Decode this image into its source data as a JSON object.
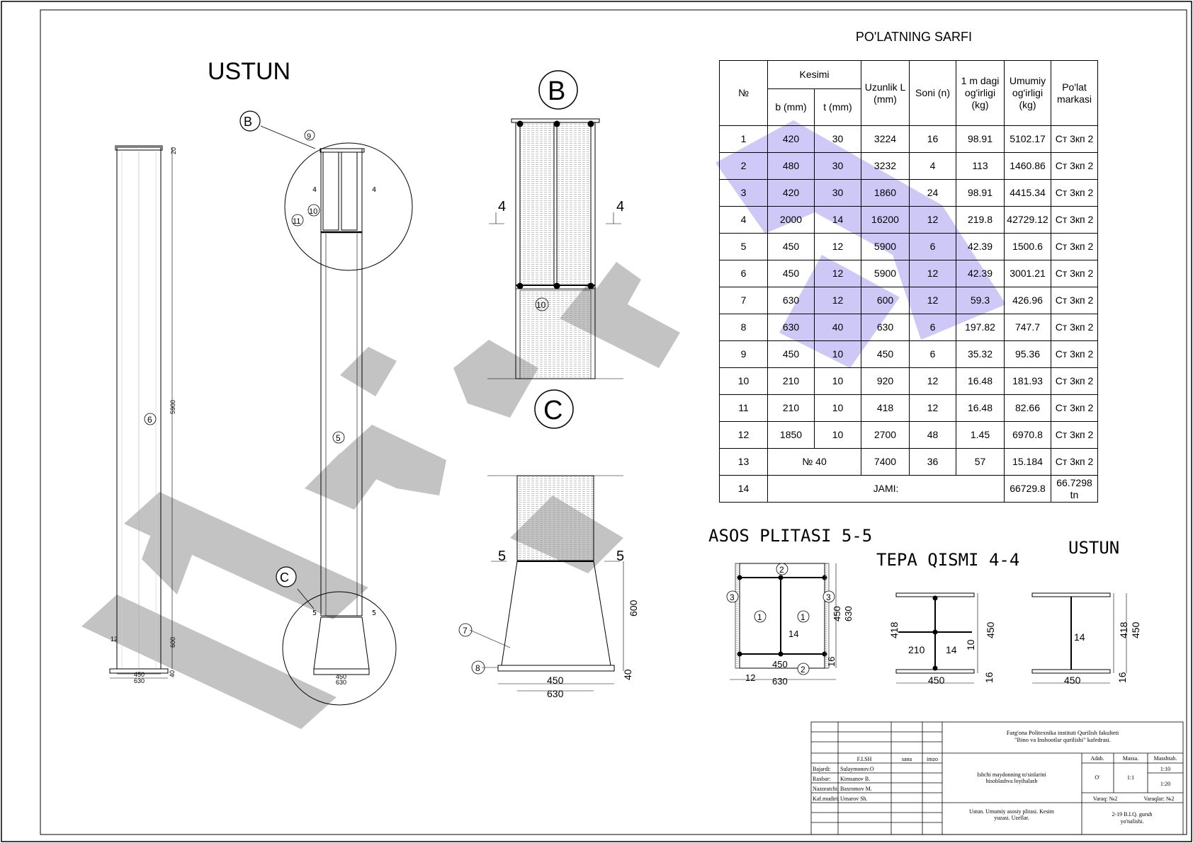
{
  "titles": {
    "ustun_main": "USTUN",
    "spec": "PO'LATNING SARFI",
    "asos": "ASOS PLITASI 5-5",
    "tepa": "TEPA QISMI 4-4",
    "ustun_section": "USTUN"
  },
  "callouts": {
    "b": "B",
    "c": "C"
  },
  "markers": {
    "n1": "1",
    "n2": "2",
    "n3": "3",
    "n4": "4",
    "n5": "5",
    "n6": "6",
    "n7": "7",
    "n8": "8",
    "n9": "9",
    "n10": "10",
    "n11": "11"
  },
  "dims": {
    "d20": "20",
    "d5900": "5900",
    "d600": "600",
    "d40": "40",
    "d12": "12",
    "d450": "450",
    "d630": "630",
    "d14": "14",
    "d418": "418",
    "d210": "210",
    "d10": "10",
    "d16": "16",
    "d40b": "40"
  },
  "spec": {
    "h_no": "№",
    "h_kesimi": "Kesimi",
    "h_b": "b (mm)",
    "h_t": "t (mm)",
    "h_len": "Uzunlik L  (mm)",
    "h_soni": "Soni (n)",
    "h_mass1": "1 m dagi og'irligi (kg)",
    "h_total": "Umumiy og'irligi (kg)",
    "h_grade": "Po'lat markasi",
    "rows": [
      {
        "n": "1",
        "b": "420",
        "t": "30",
        "l": "3224",
        "c": "16",
        "m": "98.91",
        "w": "5102.17",
        "g": "Ст 3кп 2"
      },
      {
        "n": "2",
        "b": "480",
        "t": "30",
        "l": "3232",
        "c": "4",
        "m": "113",
        "w": "1460.86",
        "g": "Ст 3кп 2"
      },
      {
        "n": "3",
        "b": "420",
        "t": "30",
        "l": "1860",
        "c": "24",
        "m": "98.91",
        "w": "4415.34",
        "g": "Ст 3кп 2"
      },
      {
        "n": "4",
        "b": "2000",
        "t": "14",
        "l": "16200",
        "c": "12",
        "m": "219.8",
        "w": "42729.12",
        "g": "Ст 3кп 2"
      },
      {
        "n": "5",
        "b": "450",
        "t": "12",
        "l": "5900",
        "c": "6",
        "m": "42.39",
        "w": "1500.6",
        "g": "Ст 3кп 2"
      },
      {
        "n": "6",
        "b": "450",
        "t": "12",
        "l": "5900",
        "c": "12",
        "m": "42.39",
        "w": "3001.21",
        "g": "Ст 3кп 2"
      },
      {
        "n": "7",
        "b": "630",
        "t": "12",
        "l": "600",
        "c": "12",
        "m": "59.3",
        "w": "426.96",
        "g": "Ст 3кп 2"
      },
      {
        "n": "8",
        "b": "630",
        "t": "40",
        "l": "630",
        "c": "6",
        "m": "197.82",
        "w": "747.7",
        "g": "Ст 3кп 2"
      },
      {
        "n": "9",
        "b": "450",
        "t": "10",
        "l": "450",
        "c": "6",
        "m": "35.32",
        "w": "95.36",
        "g": "Ст 3кп 2"
      },
      {
        "n": "10",
        "b": "210",
        "t": "10",
        "l": "920",
        "c": "12",
        "m": "16.48",
        "w": "181.93",
        "g": "Ст 3кп 2"
      },
      {
        "n": "11",
        "b": "210",
        "t": "10",
        "l": "418",
        "c": "12",
        "m": "16.48",
        "w": "82.66",
        "g": "Ст 3кп 2"
      },
      {
        "n": "12",
        "b": "1850",
        "t": "10",
        "l": "2700",
        "c": "48",
        "m": "1.45",
        "w": "6970.8",
        "g": "Ст 3кп 2"
      }
    ],
    "row13": {
      "n": "13",
      "bt": "№   40",
      "l": "7400",
      "c": "36",
      "m": "57",
      "w": "15.184",
      "g": "Ст 3кп 2"
    },
    "row14": {
      "n": "14",
      "label": "JAMI:",
      "w": "66729.8",
      "g1": "66.7298",
      "g2": "tn"
    }
  },
  "titleblock": {
    "inst1": "Farg'ona Politexnika instituti Qurilish fakulteti",
    "inst2": "\"Bino va Inshootlar qurilishi\" kafedrasi.",
    "h_fish": "F.I.SH",
    "h_sana": "sana",
    "h_imzo": "imzo",
    "r1_role": "Bajardi:",
    "r1_name": "Sulaymonov.O",
    "r2_role": "Raxbar:",
    "r2_name": "Kimsanov B.",
    "r3_role": "Nazoratchi:",
    "r3_name": "Baxromov M.",
    "r4_role": "Kaf.mudiri:",
    "r4_name": "Umarov Sh.",
    "proj1": "Ishchi maydonning to'sinlarini",
    "proj2": "hisoblashva loyihalash",
    "h_adab": "Adab.",
    "h_massa": "Massa.",
    "h_masshtab": "Masshtab.",
    "v_adab": "O'",
    "v_massa": "1:1",
    "v_ms1": "1:10",
    "v_ms2": "1:20",
    "varaq": "Varaq: №2",
    "varaqlar": "Varaqlar: №2",
    "sheet1": "Ustun. Umumiy  asosiy plitasi. Kesim",
    "sheet2": "yuzasi. Uzellar.",
    "group1": "2-19 B.I.Q. guruh",
    "group2": "yo'nalishi."
  }
}
